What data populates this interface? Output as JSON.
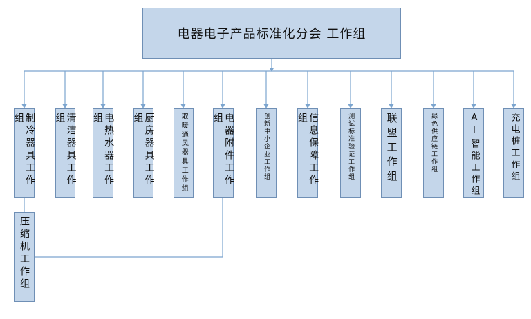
{
  "root": {
    "title": "电器电子产品标准化分会 工作组"
  },
  "groups": [
    {
      "id": "zhileng",
      "label": "制冷器具工作组"
    },
    {
      "id": "qingjie",
      "label": "清洁器具工作组"
    },
    {
      "id": "reshui",
      "label": "电热水器工作组"
    },
    {
      "id": "chufang",
      "label": "厨房器具工作组"
    },
    {
      "id": "qunuan",
      "label": "取暖通风器具工作组"
    },
    {
      "id": "fujian",
      "label": "电器附件工作组"
    },
    {
      "id": "chuangxin",
      "label": "创新中小企业工作组"
    },
    {
      "id": "xinxi",
      "label": "信息保障工作组"
    },
    {
      "id": "ceshi",
      "label": "测试标准验证工作组"
    },
    {
      "id": "lianmeng",
      "label": "联盟工作组"
    },
    {
      "id": "lvse",
      "label": "绿色供应链工作组"
    },
    {
      "id": "ai",
      "label": "AI智能工作组"
    },
    {
      "id": "chongdian",
      "label": "充电桩工作组"
    }
  ],
  "subgroup": {
    "label": "压缩机工作组"
  },
  "colors": {
    "box_fill": "#c4d6ea",
    "box_border": "#6f8fb5",
    "connector": "#7ca5cf"
  }
}
